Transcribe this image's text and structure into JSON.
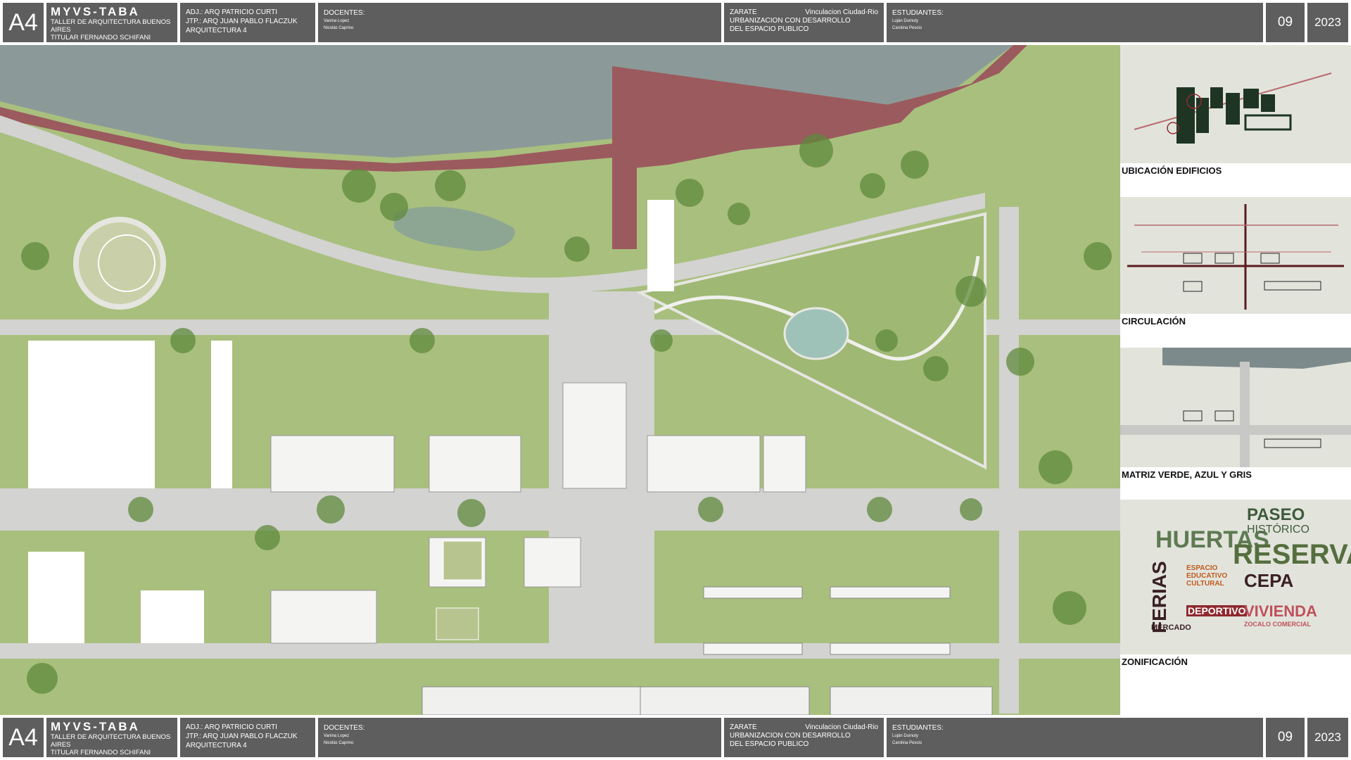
{
  "header": {
    "code": "A4",
    "title": "MYVS-TABA",
    "subtitle_1": "TALLER DE ARQUITECTURA BUENOS AIRES",
    "subtitle_2": "TITULAR FERNANDO SCHIFANI",
    "adj": "ADJ.: ARQ PATRICIO CURTI",
    "jtp": "JTP.: ARQ JUAN PABLO FLACZUK",
    "course": "ARQUITECTURA 4",
    "docentes_label": "DOCENTES:",
    "docentes": [
      "Vanina Lopez",
      "Nicolás Caprino"
    ],
    "city": "ZARATE",
    "theme": "Vinculacion Ciudad-Rio",
    "project_1": "URBANIZACION CON DESARROLLO",
    "project_2": "DEL ESPACIO PUBLICO",
    "estudiantes_label": "ESTUDIANTES:",
    "estudiantes": [
      "Luján Dumuty",
      "Carolina Pescio"
    ],
    "sheet": "09",
    "year": "2023"
  },
  "panels": [
    {
      "label": "UBICACIÓN EDIFICIOS"
    },
    {
      "label": "CIRCULACIÓN"
    },
    {
      "label": "MATRIZ VERDE, AZUL Y GRIS"
    },
    {
      "label": "ZONIFICACIÓN"
    }
  ],
  "zoning_words": {
    "huertas": "HUERTAS",
    "paseo": "PASEO",
    "historico": "HISTÓRICO",
    "reserva": "RESERVA",
    "cepa": "CEPA",
    "ferias": "FERIAS",
    "espacio": "ESPACIO EDUCATIVO CULTURAL",
    "deportivo": "DEPORTIVO",
    "vivienda": "VIVIENDA",
    "zocalo": "ZOCALO COMERCIAL",
    "mercado": "MERCADO"
  },
  "colors": {
    "river": "#8b9a98",
    "promenade": "#9b5a5e",
    "grass": "#a9bf7e",
    "paving": "#d3d3d1",
    "bar": "#5e5e5e",
    "accent_red": "#8e2a2e"
  }
}
